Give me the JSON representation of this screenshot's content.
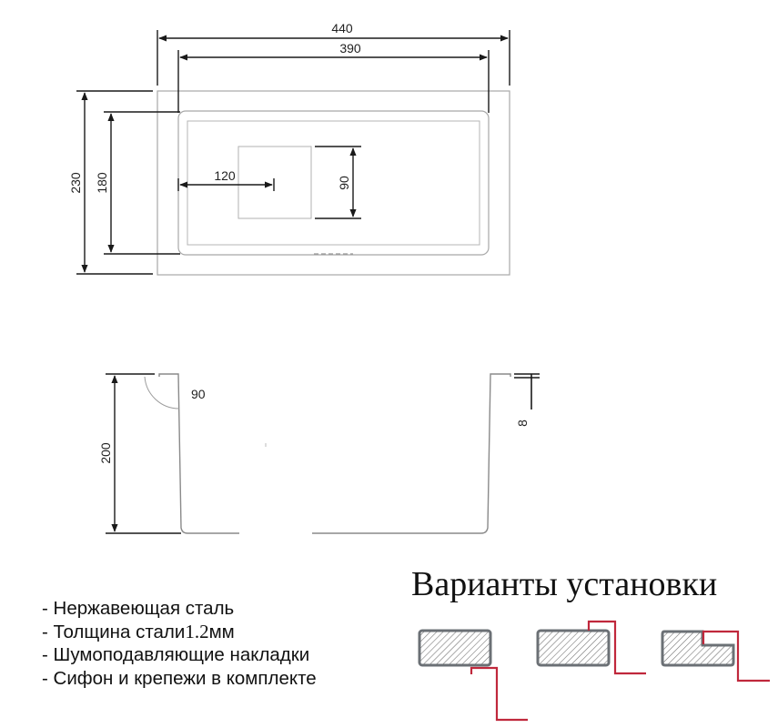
{
  "top_view": {
    "dimensions": {
      "overall_width": "440",
      "bowl_width": "390",
      "overall_depth": "230",
      "bowl_depth": "180",
      "drain_offset": "120",
      "drain_size": "90"
    }
  },
  "side_view": {
    "dimensions": {
      "height": "200",
      "corner_angle": "90",
      "flange_thickness": "8"
    }
  },
  "features": {
    "items": [
      {
        "prefix": "- ",
        "text": "Нержавеющая сталь"
      },
      {
        "prefix": "- ",
        "text": "Толщина стали",
        "value": "1.2",
        "unit": "мм"
      },
      {
        "prefix": "- ",
        "text": "Шумоподавляющие накладки"
      },
      {
        "prefix": "- ",
        "text": "Сифон и крепежи в комплекте"
      }
    ]
  },
  "installation": {
    "title": "Варианты установки",
    "variants": [
      {
        "name": "undermount"
      },
      {
        "name": "top-mount"
      },
      {
        "name": "flush-mount"
      }
    ],
    "colors": {
      "countertop_stroke": "#6b7075",
      "sink_profile": "#c0283c"
    }
  },
  "colors": {
    "dimension_line": "#1a1a1a",
    "outline": "#9a9a9a"
  }
}
